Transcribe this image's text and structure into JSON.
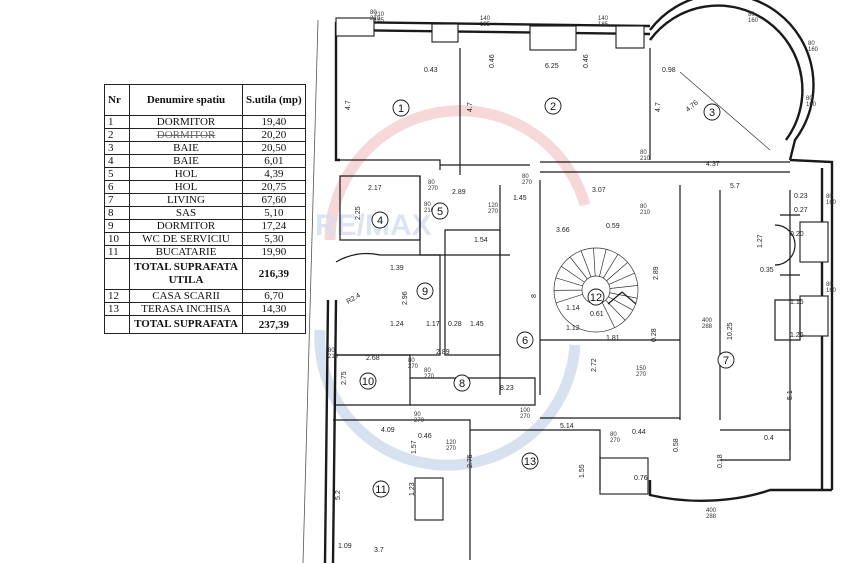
{
  "table": {
    "header": {
      "nr": "Nr",
      "name": "Denumire spatiu",
      "area": "S.utila (mp)"
    },
    "rows": [
      {
        "nr": "1",
        "name": "DORMITOR",
        "area": "19,40"
      },
      {
        "nr": "2",
        "name": "DORMITOR",
        "area": "20,20"
      },
      {
        "nr": "3",
        "name": "BAIE",
        "area": "20,50"
      },
      {
        "nr": "4",
        "name": "BAIE",
        "area": "6,01"
      },
      {
        "nr": "5",
        "name": "HOL",
        "area": "4,39"
      },
      {
        "nr": "6",
        "name": "HOL",
        "area": "20,75"
      },
      {
        "nr": "7",
        "name": "LIVING",
        "area": "67,60"
      },
      {
        "nr": "8",
        "name": "SAS",
        "area": "5,10"
      },
      {
        "nr": "9",
        "name": "DORMITOR",
        "area": "17,24"
      },
      {
        "nr": "10",
        "name": "WC DE SERVICIU",
        "area": "5,30"
      },
      {
        "nr": "11",
        "name": "BUCATARIE",
        "area": "19,90"
      }
    ],
    "total_util": {
      "name": "TOTAL SUPRAFATA UTILA",
      "area": "216,39"
    },
    "rows_extra": [
      {
        "nr": "12",
        "name": "CASA SCARII",
        "area": "6,70"
      },
      {
        "nr": "13",
        "name": "TERASA INCHISA",
        "area": "14,30"
      }
    ],
    "total": {
      "name": "TOTAL SUPRAFATA",
      "area": "237,39"
    }
  },
  "room_labels": [
    "1",
    "2",
    "3",
    "4",
    "5",
    "6",
    "7",
    "8",
    "9",
    "10",
    "11",
    "12",
    "13"
  ],
  "dimensions": {
    "d625": "6.25",
    "d47a": "4.7",
    "d47b": "4.7",
    "d043": "0.43",
    "d046a": "0.46",
    "d046b": "0.46",
    "d098": "0.98",
    "d476": "4.76",
    "d437": "4.37",
    "d307": "3.07",
    "d57": "5.7",
    "d289": "2.89",
    "d145": "1.45",
    "d217": "2.17",
    "d225": "2.25",
    "d154": "1.54",
    "d139": "1.39",
    "d296": "2.96",
    "d124": "1.24",
    "d117": "1.17",
    "d028a": "0.28",
    "d145b": "1.45",
    "d289b": "2.89",
    "d268": "2.68",
    "d275": "2.75",
    "d823": "8.23",
    "d409": "4.09",
    "d514": "5.14",
    "d044": "0.44",
    "d059": "0.59",
    "d366": "3.66",
    "d307b": "3.07",
    "d289c": "2.89",
    "d272": "2.72",
    "d181": "1.81",
    "d114": "1.14",
    "d112": "1.12",
    "d061": "0.61",
    "d8": "8",
    "d1025": "10.25",
    "d127": "1.27",
    "d035": "0.35",
    "d115": "1.15",
    "d126": "1.26",
    "d51": "5.1",
    "d023": "0.23",
    "d027": "0.27",
    "d04": "0.4",
    "d018": "0.18",
    "d155": "1.55",
    "d058": "0.58",
    "d076": "0.76",
    "d275b": "2.75",
    "d123": "1.23",
    "d52": "5.2",
    "d37": "3.7",
    "d109": "1.09",
    "d157": "1.57",
    "d046c": "0.46",
    "d028b": "0.28",
    "d020": "0.20"
  },
  "openings": {
    "o1": "80\n210",
    "o2": "140\n185",
    "o3": "140\n185",
    "o4": "80\n160",
    "o5": "80\n160",
    "o6": "80\n160",
    "o7": "80\n210",
    "o8": "80\n270",
    "o9": "80\n270",
    "o10": "120\n270",
    "o11": "80\n210",
    "o12": "80\n270",
    "o13": "80\n210",
    "o14": "80\n210",
    "o15": "80\n270",
    "o16": "150\n270",
    "o17": "100\n270",
    "o18": "90\n270",
    "o19": "120\n270",
    "o20": "80\n270",
    "o21": "80\n160",
    "o22": "400\n288",
    "o23": "400\n288",
    "o24": "210\n185",
    "o25": "80\n160"
  },
  "stair": {
    "radius": "R2.4"
  },
  "watermark": "RE/MAX",
  "colors": {
    "watermark_red": "#f2c7c7",
    "watermark_blue": "#c8d4ea",
    "ink": "#1a1a1a"
  }
}
